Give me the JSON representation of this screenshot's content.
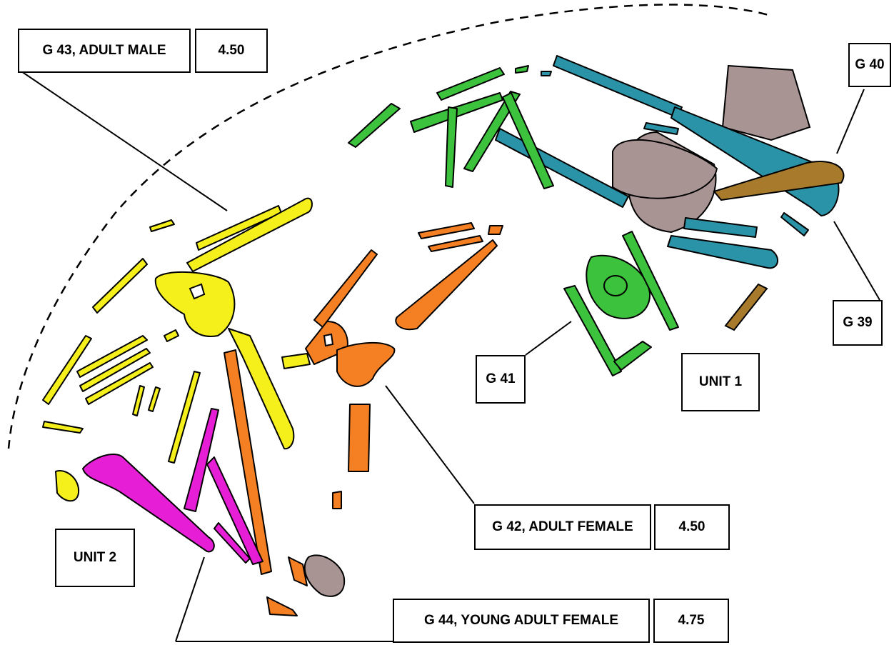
{
  "labels": {
    "g43": "G 43, ADULT MALE",
    "g43_val": "4.50",
    "g40": "G 40",
    "g39": "G 39",
    "g41": "G 41",
    "unit1": "UNIT 1",
    "unit2": "UNIT 2",
    "g42": "G 42, ADULT FEMALE",
    "g42_val": "4.50",
    "g44": "G 44, YOUNG ADULT FEMALE",
    "g44_val": "4.75"
  },
  "colors": {
    "g43": "#f5f01c",
    "g42": "#f58024",
    "g41": "#3cc23c",
    "g39": "#2a93a8",
    "g40": "#a87a2c",
    "g44": "#e61fd6",
    "stone": "#a99494",
    "outline": "#000000"
  }
}
